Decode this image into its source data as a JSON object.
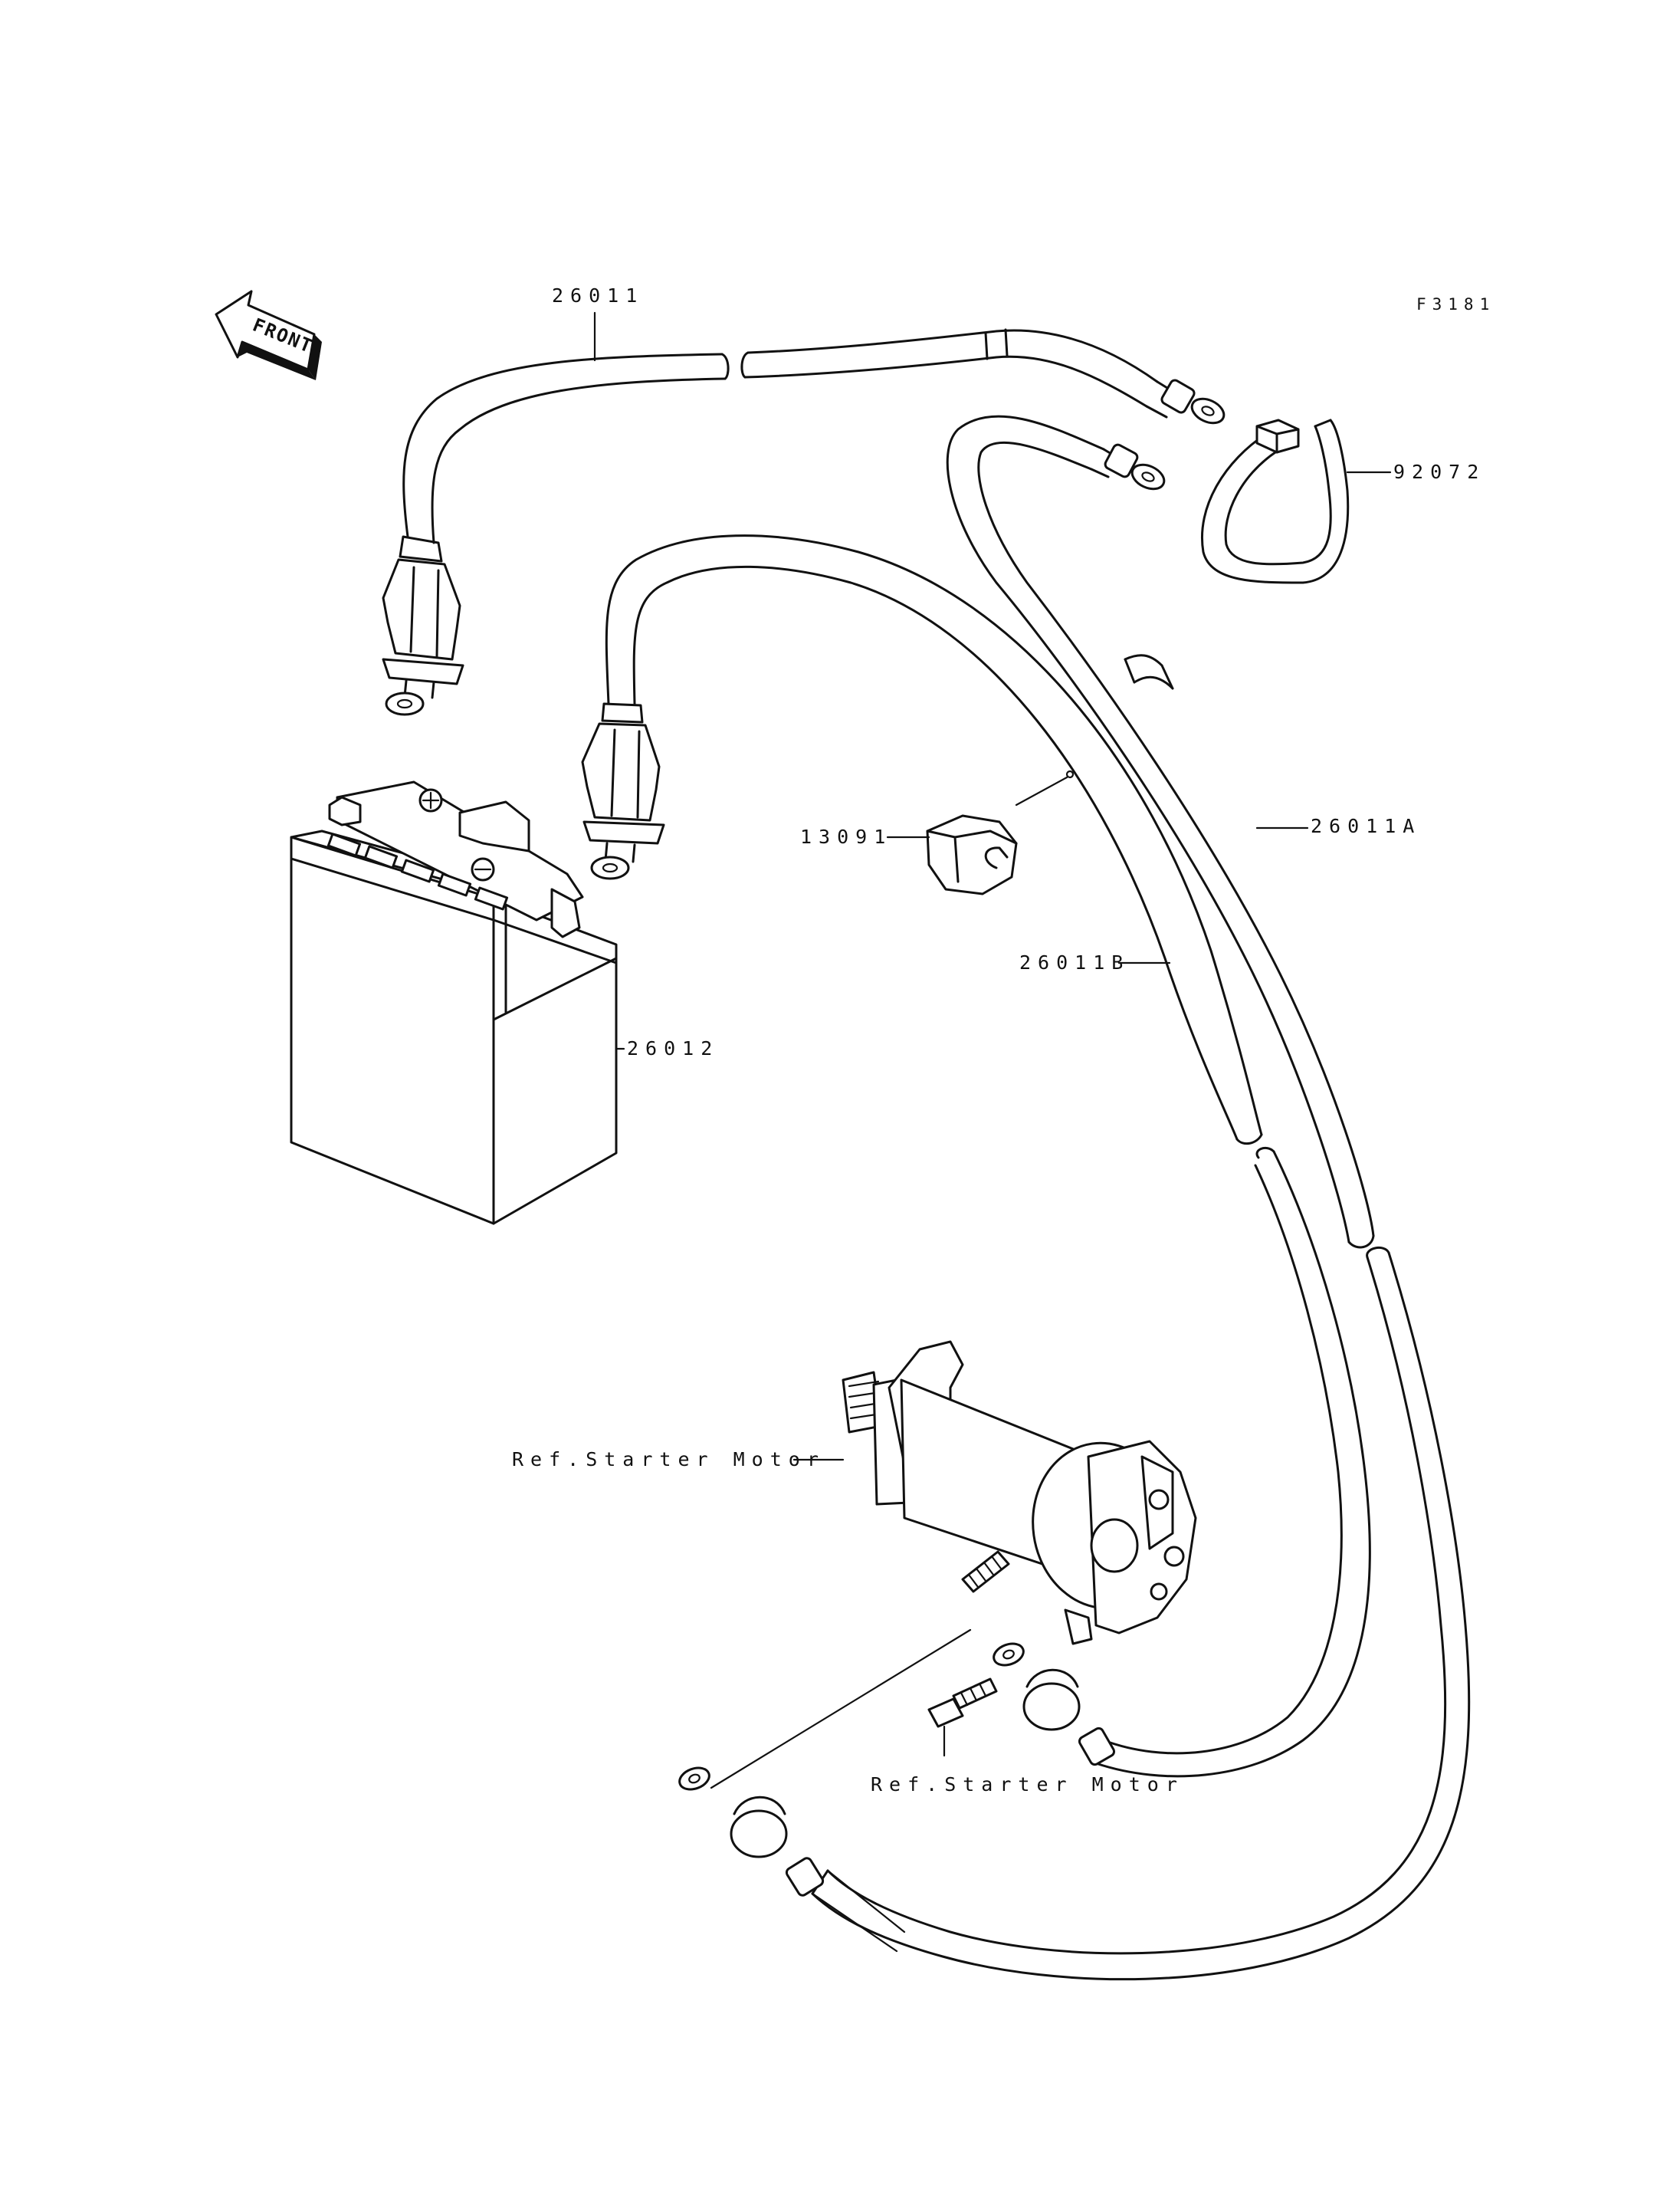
{
  "drawing_code": "F3181",
  "orientation_label": "FRONT",
  "callouts": {
    "cable_positive": "26011",
    "cable_a": "26011A",
    "cable_b": "26011B",
    "band": "92072",
    "cap": "13091",
    "battery": "26012",
    "starter_ref_1": "Ref.Starter Motor",
    "starter_ref_2": "Ref.Starter Motor"
  },
  "colors": {
    "line": "#111111",
    "background": "#ffffff"
  }
}
